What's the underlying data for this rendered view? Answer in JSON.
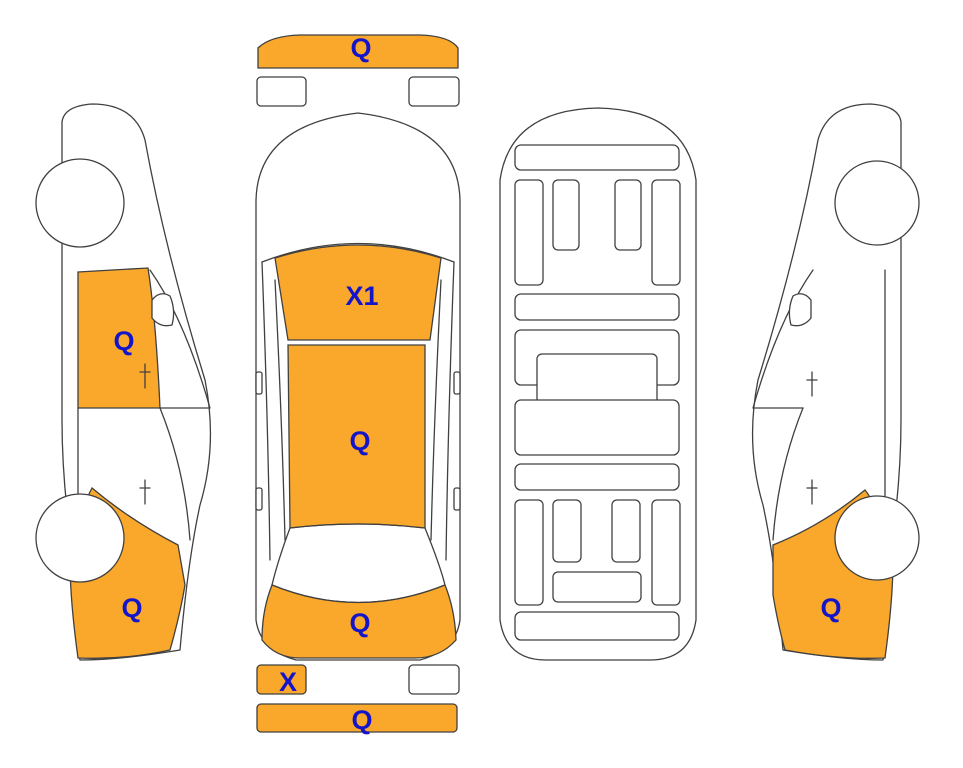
{
  "colors": {
    "damaged_fill": "#F9A82B",
    "outline": "#404040",
    "label_text": "#1414C8",
    "background": "#FFFFFF"
  },
  "labels": {
    "front_bumper": "Q",
    "hood": "X1",
    "roof": "Q",
    "trunk": "Q",
    "rear_light_left": "X",
    "rear_bumper": "Q",
    "left_front_door": "Q",
    "left_rear_quarter": "Q",
    "right_rear_quarter": "Q"
  }
}
